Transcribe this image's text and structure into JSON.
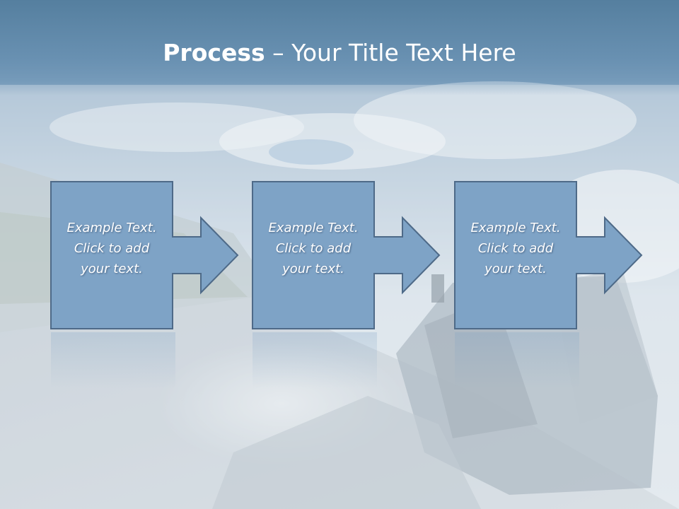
{
  "slide": {
    "title_bold": "Process",
    "title_rest": " – Your Title Text Here"
  },
  "steps": [
    {
      "line1": "Example Text.",
      "line2": "Click  to add",
      "line3": "your text."
    },
    {
      "line1": "Example Text.",
      "line2": "Click  to add",
      "line3": "your text."
    },
    {
      "line1": "Example Text.",
      "line2": "Click  to add",
      "line3": "your text."
    }
  ],
  "colors": {
    "header": "#6890b1",
    "shape_fill": "#7ea3c6",
    "shape_stroke": "#4e6a88",
    "text": "#ffffff"
  }
}
